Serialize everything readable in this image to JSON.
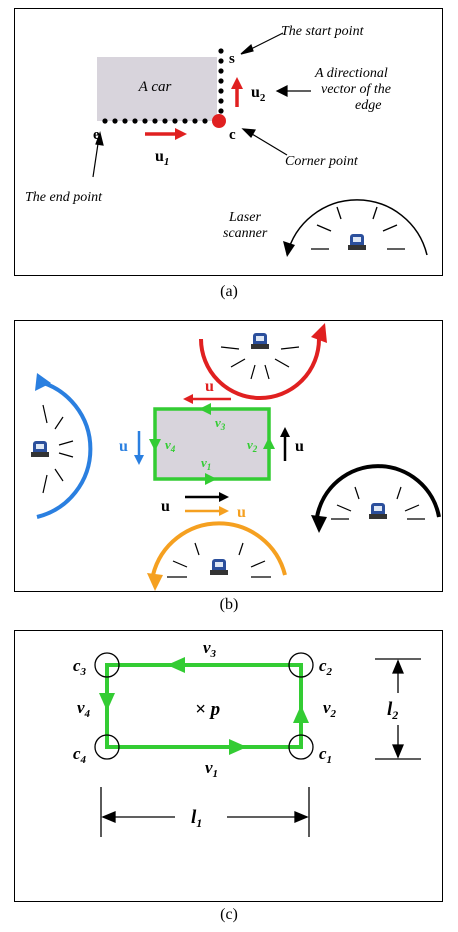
{
  "panel_a": {
    "car_label": "A car",
    "start_point_letter": "s",
    "corner_point_letter": "c",
    "end_point_letter": "e",
    "u1": "u",
    "u1_sub": "1",
    "u2": "u",
    "u2_sub": "2",
    "start_point_text": "The start point",
    "directional_text_1": "A directional",
    "directional_text_2": "vector of the",
    "directional_text_3": "edge",
    "corner_point_text": "Corner point",
    "end_point_text_1": "The end point",
    "laser_text_1": "Laser",
    "laser_text_2": "scanner",
    "caption": "(a)"
  },
  "panel_b": {
    "u_top": "u",
    "u_left": "u",
    "u_right": "u",
    "u_bottom_black": "u",
    "u_bottom_orange": "u",
    "v1": "v",
    "v1_sub": "1",
    "v2": "v",
    "v2_sub": "2",
    "v3": "v",
    "v3_sub": "3",
    "v4": "v",
    "v4_sub": "4",
    "caption": "(b)"
  },
  "panel_c": {
    "c1": "c",
    "c1_sub": "1",
    "c2": "c",
    "c2_sub": "2",
    "c3": "c",
    "c3_sub": "3",
    "c4": "c",
    "c4_sub": "4",
    "v1": "v",
    "v1_sub": "1",
    "v2": "v",
    "v2_sub": "2",
    "v3": "v",
    "v3_sub": "3",
    "v4": "v",
    "v4_sub": "4",
    "center": "× p",
    "l1": "l",
    "l1_sub": "1",
    "l2": "l",
    "l2_sub": "2",
    "caption": "(c)"
  },
  "colors": {
    "green": "#33cc33",
    "red": "#e02020",
    "blue": "#2a7fe0",
    "orange": "#f5a020",
    "black": "#000000",
    "car_gray": "#d8d4dc"
  }
}
